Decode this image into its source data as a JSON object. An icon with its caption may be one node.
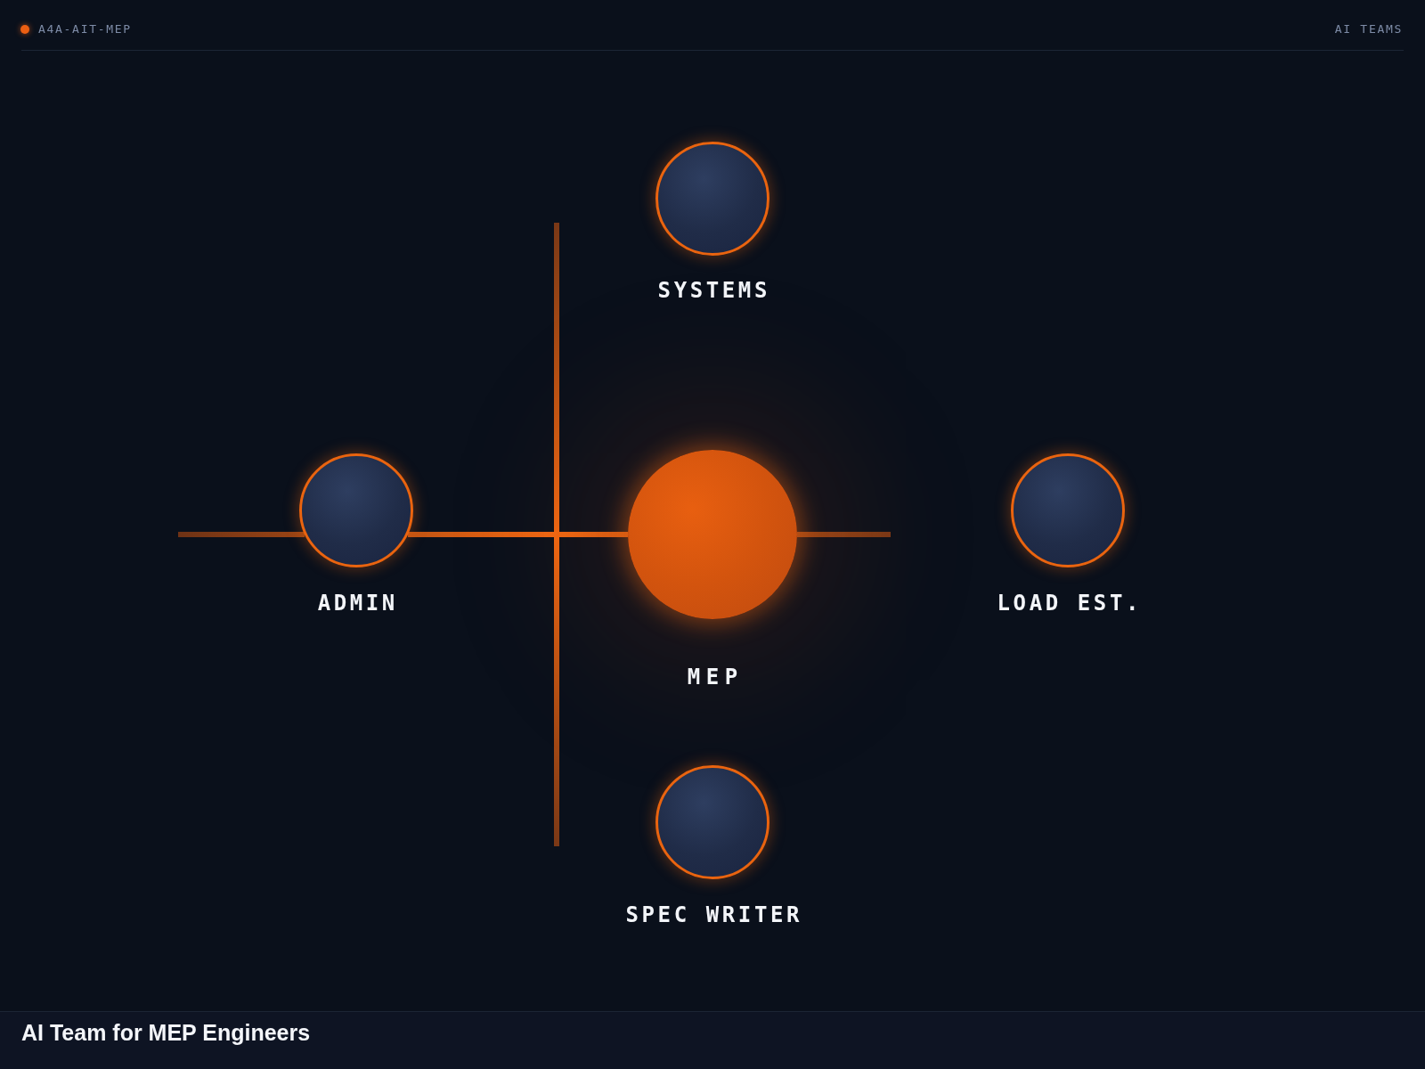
{
  "diagram": {
    "title": "AI Team for MEP Engineers",
    "nodes": [
      {
        "text": [
          "SYSTEMS"
        ]
      },
      {
        "text": [
          "ADMIN"
        ]
      },
      {
        "text": [
          "MEP"
        ]
      },
      {
        "text": [
          "LOAD EST."
        ]
      },
      {
        "text": [
          "SPEC WRITER"
        ]
      }
    ],
    "edges": [
      {
        "from": null,
        "to": 1,
        "arrow": "none"
      },
      {
        "from": 1,
        "to": 2,
        "arrow": "none"
      },
      {
        "from": 2,
        "to": null,
        "arrow": "none"
      }
    ],
    "labels": [
      "A4A-AIT-MEP",
      "AI TEAMS"
    ]
  }
}
